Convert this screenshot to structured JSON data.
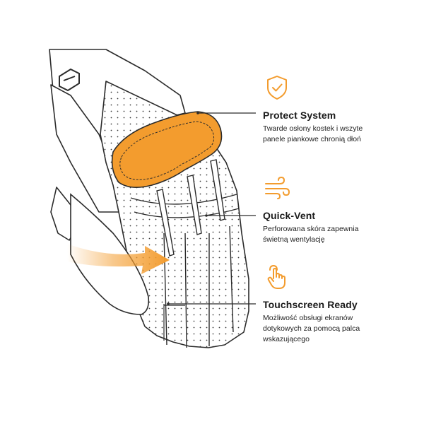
{
  "colors": {
    "accent": "#f39c2e",
    "outline": "#2b2b2b",
    "background": "#ffffff"
  },
  "features": [
    {
      "icon": "shield-check-icon",
      "title": "Protect System",
      "description": "Twarde osłony kostek i wszyte\npanele piankowe chronią dłoń"
    },
    {
      "icon": "wind-airflow-icon",
      "title": "Quick-Vent",
      "description": "Perforowana skóra zapewnia\nświetną wentylację"
    },
    {
      "icon": "touch-hand-icon",
      "title": "Touchscreen Ready",
      "description": "Możliwość obsługi ekranów\ndotykowych za pomocą palca\nwskazującego"
    }
  ]
}
